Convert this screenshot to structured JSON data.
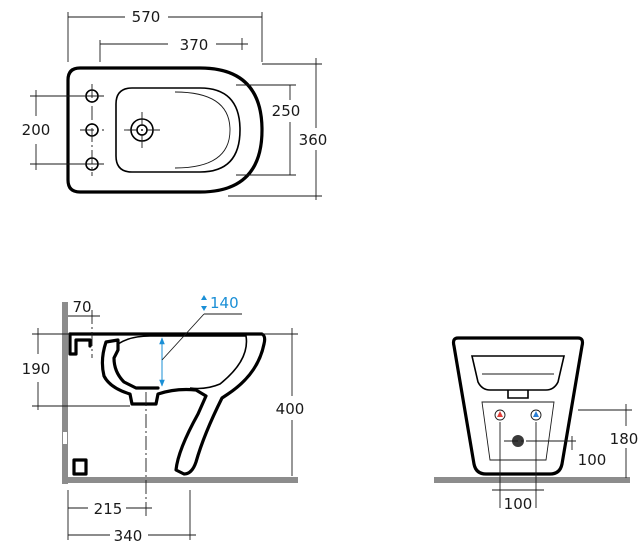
{
  "top_view": {
    "dim_total_length": "570",
    "dim_to_hole": "370",
    "dim_fixing_spacing": "200",
    "dim_bowl_width": "250",
    "dim_total_width": "360"
  },
  "side_view": {
    "dim_inlet_offset": "70",
    "dim_inlet_height": "190",
    "dim_water_depth": "140",
    "dim_total_height": "400",
    "dim_outlet_distance": "215",
    "dim_depth": "340"
  },
  "rear_view": {
    "dim_supply_spacing": "100",
    "dim_outlet_height": "100",
    "dim_supply_height": "180",
    "hot_color": "#e0403a",
    "cold_color": "#2a7fd6"
  },
  "colors": {
    "accent_blue": "#1a8fd6",
    "wall_grey": "#8c8c8c"
  }
}
